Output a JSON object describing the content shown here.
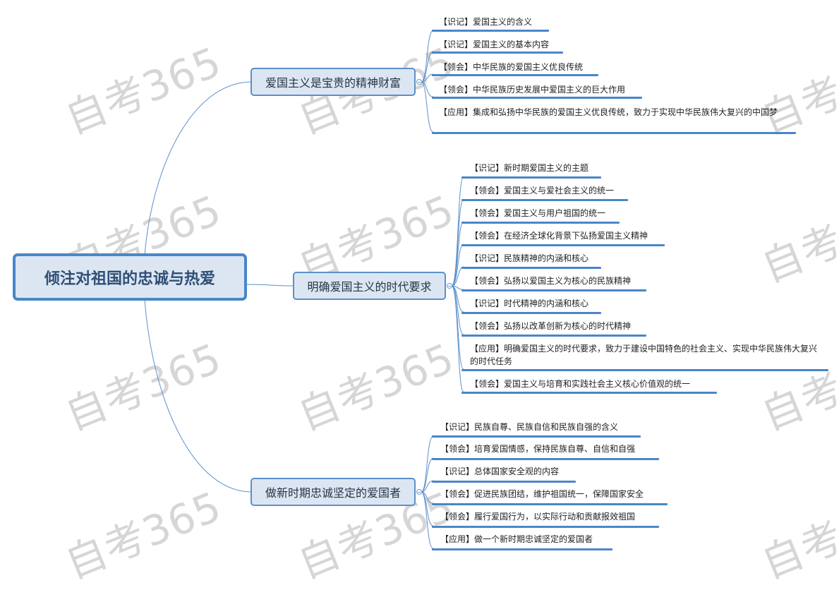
{
  "watermark": {
    "text": "自考365"
  },
  "root": {
    "label": "倾注对祖国的忠诚与热爱"
  },
  "branches": [
    {
      "label": "爱国主义是宝贵的精神财富",
      "children": [
        {
          "tag": "【识记】",
          "text": "爱国主义的含义"
        },
        {
          "tag": "【识记】",
          "text": "爱国主义的基本内容"
        },
        {
          "tag": "【领会】",
          "text": "中华民族的爱国主义优良传统"
        },
        {
          "tag": "【领会】",
          "text": "中华民族历史发展中爱国主义的巨大作用"
        },
        {
          "tag": "【应用】",
          "text": "集成和弘扬中华民族的爱国主义优良传统，致力于实现中华民族伟大复兴的中国梦"
        }
      ]
    },
    {
      "label": "明确爱国主义的时代要求",
      "children": [
        {
          "tag": "【识记】",
          "text": "新时期爱国主义的主题"
        },
        {
          "tag": "【领会】",
          "text": "爱国主义与爱社会主义的统一"
        },
        {
          "tag": "【领会】",
          "text": "爱国主义与用户祖国的统一"
        },
        {
          "tag": "【领会】",
          "text": "在经济全球化背景下弘扬爱国主义精神"
        },
        {
          "tag": "【识记】",
          "text": "民族精神的内涵和核心"
        },
        {
          "tag": "【领会】",
          "text": "弘扬以爱国主义为核心的民族精神"
        },
        {
          "tag": "【识记】",
          "text": "时代精神的内涵和核心"
        },
        {
          "tag": "【领会】",
          "text": "弘扬以改革创新为核心的时代精神"
        },
        {
          "tag": "【应用】",
          "text": "明确爱国主义的时代要求，致力于建设中国特色的社会主义、实现中华民族伟大复兴的时代任务"
        },
        {
          "tag": "【领会】",
          "text": "爱国主义与培育和实践社会主义核心价值观的统一"
        }
      ]
    },
    {
      "label": "做新时期忠诚坚定的爱国者",
      "children": [
        {
          "tag": "【识记】",
          "text": "民族自尊、民族自信和民族自强的含义"
        },
        {
          "tag": "【领会】",
          "text": "培育爱国情感，保持民族自尊、自信和自强"
        },
        {
          "tag": "【识记】",
          "text": "总体国家安全观的内容"
        },
        {
          "tag": "【领会】",
          "text": "促进民族团结，维护祖国统一，保障国家安全"
        },
        {
          "tag": "【领会】",
          "text": "履行爱国行为，以实际行动和贡献报效祖国"
        },
        {
          "tag": "【应用】",
          "text": "做一个新时期忠诚坚定的爱国者"
        }
      ]
    }
  ],
  "colors": {
    "accent": "#4a86c8",
    "node_fill": "#dce6f2",
    "root_text": "#2f4f75",
    "watermark": "#d6d6d6"
  }
}
